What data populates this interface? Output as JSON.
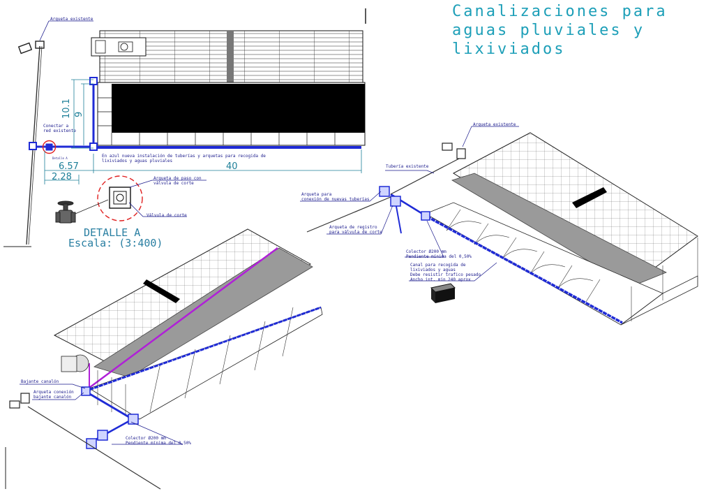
{
  "title": {
    "line1": "Canalizaciones para",
    "line2": "aguas pluviales y",
    "line3": "lixiviados"
  },
  "plan": {
    "arqueta_existente": "Arqueta existente",
    "conectar_red": "Conectar a\nred existente",
    "detalle_a_tag": "Detalle A",
    "nota_instalacion": "En azul nueva instalación de tuberías y arquetas para recogida de\nlixiviados y aguas pluviales",
    "dim_10_1": "10.1",
    "dim_9": "9",
    "dim_6_57": "6.57",
    "dim_2_28": "2.28",
    "dim_40": "40"
  },
  "detail": {
    "arqueta_paso": "Arqueta de paso con\nválvula de corte",
    "valvula_corte": "Válvula de corte",
    "title": "DETALLE A",
    "scale": "Escala: (3:400)"
  },
  "iso_right": {
    "arqueta_existente": "Arqueta existente",
    "tuberia_existente": "Tubería existente",
    "arqueta_conexion": "Arqueta para\nconexión de nuevas tuberías",
    "arqueta_registro": "Arqueta de registro\npara válvula de corte",
    "colector": "Colector Ø200 mm\nPendiente mínima del 0,50%",
    "canal": "Canal para recogida de\nlixiviados y aguas\nDebe resistir trafico pesado\nAncho int. min 240 aprox"
  },
  "iso_left": {
    "bajante": "Bajante canalón",
    "arqueta_bajante": "Arqueta conexión\nbajante canalón",
    "colector": "Colector Ø200 mm\nPendiente mínima del 0,50%"
  },
  "colors": {
    "new_pipe": "#1f2bd6",
    "gutter": "#b020d8",
    "title": "#1d9fb8",
    "detail_circle": "#e02020"
  }
}
